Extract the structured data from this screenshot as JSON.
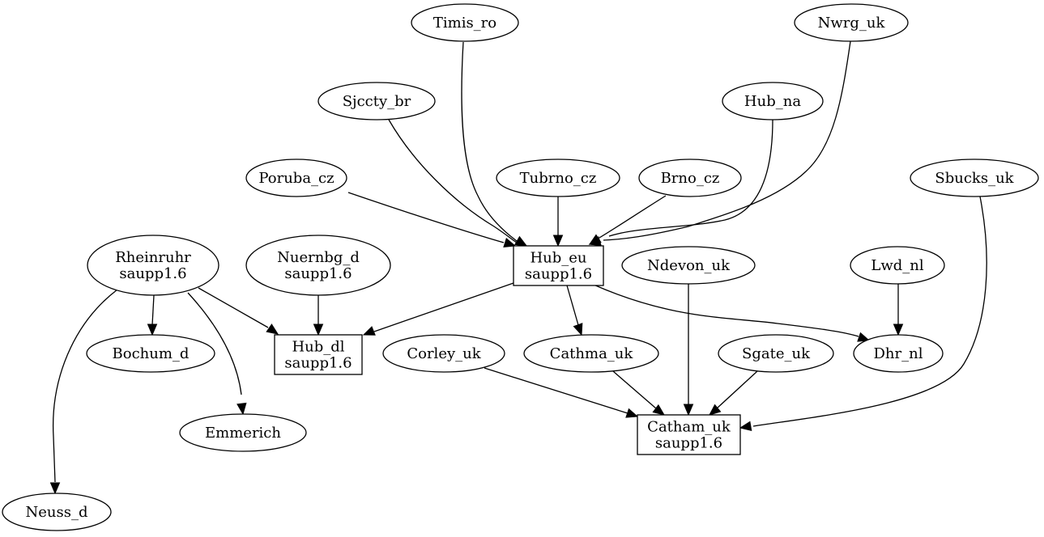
{
  "nodes": {
    "timis_ro": {
      "lines": [
        "Timis_ro"
      ]
    },
    "nwrg_uk": {
      "lines": [
        "Nwrg_uk"
      ]
    },
    "sjccty_br": {
      "lines": [
        "Sjccty_br"
      ]
    },
    "hub_na": {
      "lines": [
        "Hub_na"
      ]
    },
    "poruba_cz": {
      "lines": [
        "Poruba_cz"
      ]
    },
    "tubrno_cz": {
      "lines": [
        "Tubrno_cz"
      ]
    },
    "brno_cz": {
      "lines": [
        "Brno_cz"
      ]
    },
    "sbucks_uk": {
      "lines": [
        "Sbucks_uk"
      ]
    },
    "rheinruhr": {
      "lines": [
        "Rheinruhr",
        "saupp1.6"
      ]
    },
    "nuernbg_d": {
      "lines": [
        "Nuernbg_d",
        "saupp1.6"
      ]
    },
    "hub_eu": {
      "lines": [
        "Hub_eu",
        "saupp1.6"
      ]
    },
    "ndevon_uk": {
      "lines": [
        "Ndevon_uk"
      ]
    },
    "lwd_nl": {
      "lines": [
        "Lwd_nl"
      ]
    },
    "bochum_d": {
      "lines": [
        "Bochum_d"
      ]
    },
    "hub_dl": {
      "lines": [
        "Hub_dl",
        "saupp1.6"
      ]
    },
    "corley_uk": {
      "lines": [
        "Corley_uk"
      ]
    },
    "cathma_uk": {
      "lines": [
        "Cathma_uk"
      ]
    },
    "sgate_uk": {
      "lines": [
        "Sgate_uk"
      ]
    },
    "dhr_nl": {
      "lines": [
        "Dhr_nl"
      ]
    },
    "emmerich": {
      "lines": [
        "Emmerich"
      ]
    },
    "catham_uk": {
      "lines": [
        "Catham_uk",
        "saupp1.6"
      ]
    },
    "neuss_d": {
      "lines": [
        "Neuss_d"
      ]
    }
  },
  "edges": [
    {
      "from": "timis_ro",
      "to": "hub_eu"
    },
    {
      "from": "nwrg_uk",
      "to": "hub_eu"
    },
    {
      "from": "sjccty_br",
      "to": "hub_eu"
    },
    {
      "from": "hub_na",
      "to": "hub_eu"
    },
    {
      "from": "poruba_cz",
      "to": "hub_eu"
    },
    {
      "from": "tubrno_cz",
      "to": "hub_eu"
    },
    {
      "from": "brno_cz",
      "to": "hub_eu"
    },
    {
      "from": "rheinruhr",
      "to": "bochum_d"
    },
    {
      "from": "rheinruhr",
      "to": "hub_dl"
    },
    {
      "from": "rheinruhr",
      "to": "emmerich"
    },
    {
      "from": "rheinruhr",
      "to": "neuss_d"
    },
    {
      "from": "nuernbg_d",
      "to": "hub_dl"
    },
    {
      "from": "hub_eu",
      "to": "hub_dl"
    },
    {
      "from": "hub_eu",
      "to": "cathma_uk"
    },
    {
      "from": "hub_eu",
      "to": "dhr_nl"
    },
    {
      "from": "lwd_nl",
      "to": "dhr_nl"
    },
    {
      "from": "ndevon_uk",
      "to": "catham_uk"
    },
    {
      "from": "corley_uk",
      "to": "catham_uk"
    },
    {
      "from": "cathma_uk",
      "to": "catham_uk"
    },
    {
      "from": "sgate_uk",
      "to": "catham_uk"
    },
    {
      "from": "sbucks_uk",
      "to": "catham_uk"
    }
  ]
}
